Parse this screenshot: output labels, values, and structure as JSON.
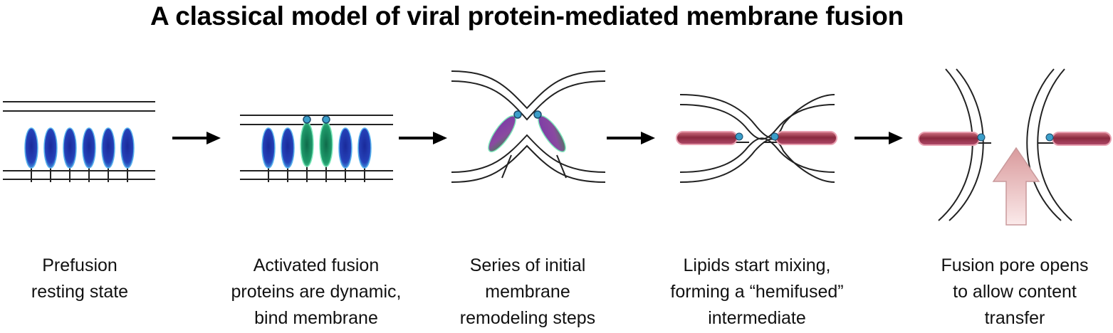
{
  "title": "A classical model of viral protein-mediated membrane fusion",
  "colors": {
    "prefusion_protein": "#2541b8",
    "activated_protein": "#1f9a6a",
    "lipid_bar": "#a0324a",
    "lipid_glow": "#d98a9a",
    "pore_arrow": "#e7aeb0",
    "bead": "#3b9ec9"
  },
  "steps": [
    {
      "line1": "Prefusion",
      "line2": "resting state",
      "line3": ""
    },
    {
      "line1": "Activated fusion",
      "line2": "proteins are dynamic,",
      "line3": "bind membrane"
    },
    {
      "line1": "Series of initial",
      "line2": "membrane",
      "line3": "remodeling steps"
    },
    {
      "line1": "Lipids start mixing,",
      "line2": "forming a “hemifused”",
      "line3": "intermediate"
    },
    {
      "line1": "Fusion pore opens",
      "line2": "to allow content",
      "line3": "transfer"
    }
  ]
}
